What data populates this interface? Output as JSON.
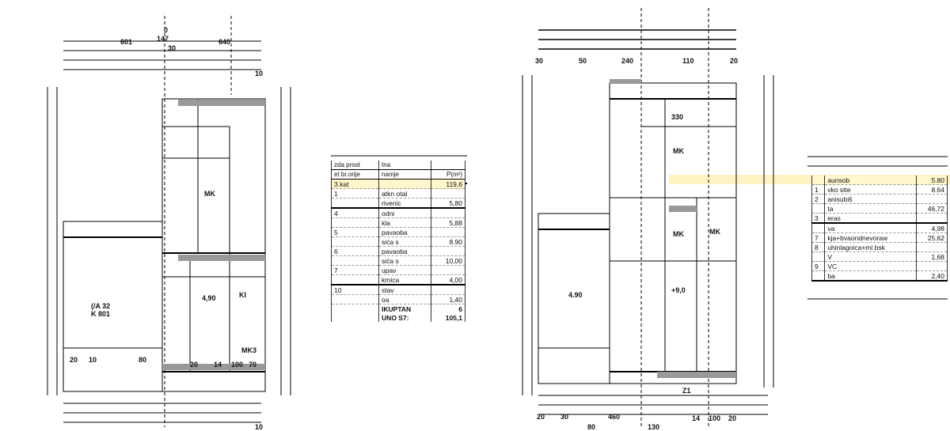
{
  "left_plan": {
    "top_dims": [
      "0",
      "147",
      "601",
      "640",
      "30",
      "10"
    ],
    "bottom_dims": [
      "20",
      "10",
      "80",
      "20",
      "14",
      "100",
      "70",
      "10"
    ],
    "rooms": [
      "MK",
      "MK3",
      "KI",
      "4,90",
      "K 801",
      "(/A 32"
    ]
  },
  "right_plan": {
    "top_dims": [
      "30",
      "50",
      "240",
      "110",
      "20",
      "330"
    ],
    "bottom_dims": [
      "20",
      "30",
      "460",
      "80",
      "130",
      "14",
      "100",
      "20",
      "Z1"
    ],
    "rooms": [
      "MK",
      "MK",
      "MK",
      "4.90",
      "+9,0"
    ]
  },
  "left_table": {
    "header": [
      "zda",
      "prost",
      "tna",
      "et",
      "br.orije",
      "namje",
      "P(m²)"
    ],
    "floor": "3.kat",
    "floor_area": "119,6",
    "rows": [
      {
        "no": "1",
        "name": "atkn otal",
        "area": ""
      },
      {
        "no": "",
        "name": "rivenic",
        "area": "5,80"
      },
      {
        "no": "4",
        "name": "odni",
        "area": ""
      },
      {
        "no": "",
        "name": "kla",
        "area": "5,88"
      },
      {
        "no": "5",
        "name": "pavaoba",
        "area": ""
      },
      {
        "no": "",
        "name": "sića s",
        "area": "8.90"
      },
      {
        "no": "6",
        "name": "pavaoba",
        "area": ""
      },
      {
        "no": "",
        "name": "sića s",
        "area": "10,00"
      },
      {
        "no": "7",
        "name": "upav",
        "area": ""
      },
      {
        "no": "",
        "name": "kmica",
        "area": "4,00"
      },
      {
        "no": "10",
        "name": "stav",
        "area": ""
      },
      {
        "no": "",
        "name": "oa",
        "area": "1,40"
      }
    ],
    "total_label_1": "IKUPTAN",
    "total_value_1": "6",
    "total_label_2": "UNO S7:",
    "total_value_2": "105,1"
  },
  "right_table": {
    "rows": [
      {
        "no": "",
        "name": "aunsob",
        "area": "5.80"
      },
      {
        "no": "1",
        "name": "vko stte",
        "area": "8.64"
      },
      {
        "no": "2",
        "name": "anisubiš",
        "area": ""
      },
      {
        "no": "",
        "name": "ta",
        "area": "46,72"
      },
      {
        "no": "3",
        "name": "eras",
        "area": ""
      },
      {
        "no": "",
        "name": "va",
        "area": "4,98"
      },
      {
        "no": "7",
        "name": "kja+bvaondnevoraw",
        "area": "25,62"
      },
      {
        "no": "8",
        "name": "uhinlagoica+mi bsk",
        "area": ""
      },
      {
        "no": "",
        "name": "V",
        "area": "1,68"
      },
      {
        "no": "9",
        "name": "VC",
        "area": ""
      },
      {
        "no": "",
        "name": "ba",
        "area": "2,40"
      }
    ]
  }
}
